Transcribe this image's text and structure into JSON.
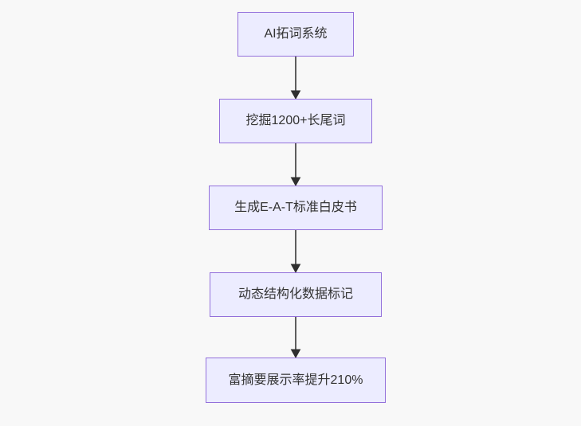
{
  "diagram": {
    "type": "flowchart",
    "direction": "top-down",
    "nodes": [
      {
        "id": "node-1",
        "label": "AI拓词系统"
      },
      {
        "id": "node-2",
        "label": "挖掘1200+长尾词"
      },
      {
        "id": "node-3",
        "label": "生成E-A-T标准白皮书"
      },
      {
        "id": "node-4",
        "label": "动态结构化数据标记"
      },
      {
        "id": "node-5",
        "label": "富摘要展示率提升210%"
      }
    ],
    "edges": [
      {
        "from": "node-1",
        "to": "node-2",
        "arrow": "down"
      },
      {
        "from": "node-2",
        "to": "node-3",
        "arrow": "down"
      },
      {
        "from": "node-3",
        "to": "node-4",
        "arrow": "down"
      },
      {
        "from": "node-4",
        "to": "node-5",
        "arrow": "down"
      }
    ],
    "colors": {
      "node_fill": "#ececff",
      "node_border": "#9370db",
      "edge_line": "#4d4d4d",
      "arrowhead": "#2f2f2f",
      "text": "#333333",
      "background": "#f8f8f8"
    }
  }
}
